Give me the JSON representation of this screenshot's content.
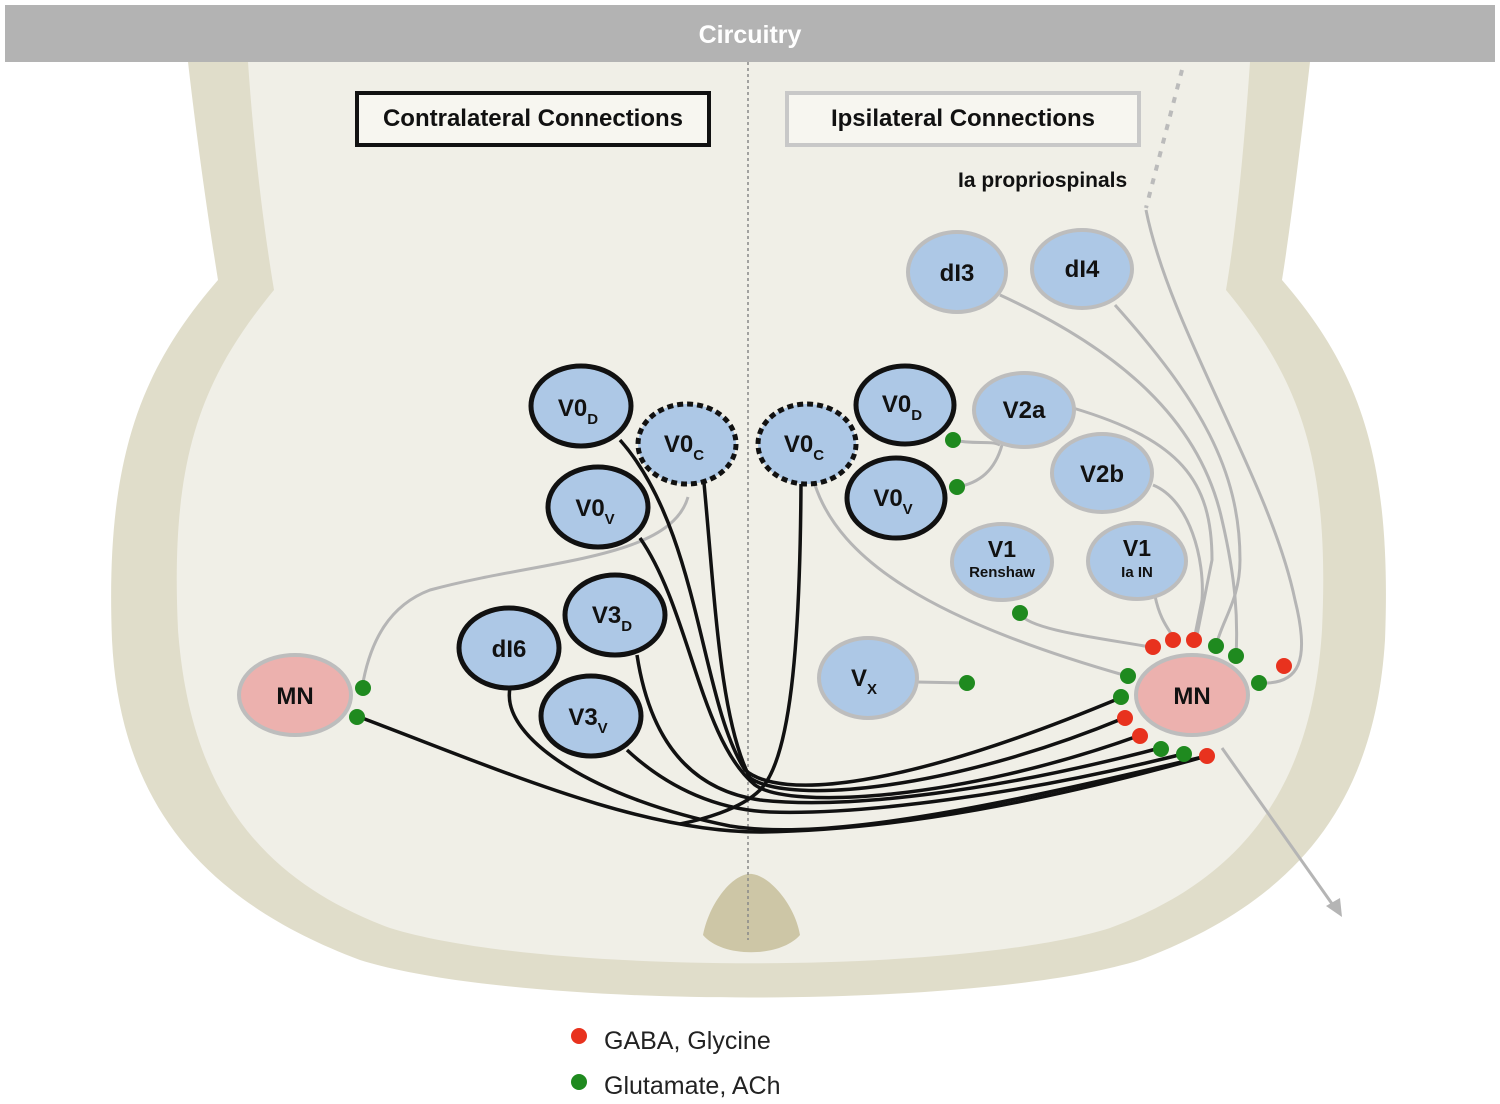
{
  "header": {
    "title": "Circuitry"
  },
  "panels": {
    "contralateral": "Contralateral Connections",
    "ipsilateral": "Ipsilateral Connections"
  },
  "annotation": {
    "ia_propriospinals": "Ia propriospinals"
  },
  "neurons": {
    "mn_left": "MN",
    "mn_right": "MN",
    "v0d_left": {
      "main": "V0",
      "sub": "D"
    },
    "v0c_left": {
      "main": "V0",
      "sub": "C"
    },
    "v0v_left": {
      "main": "V0",
      "sub": "V"
    },
    "v3d": {
      "main": "V3",
      "sub": "D"
    },
    "v3v": {
      "main": "V3",
      "sub": "V"
    },
    "di6": "dI6",
    "v0c_right": {
      "main": "V0",
      "sub": "C"
    },
    "v0d_right": {
      "main": "V0",
      "sub": "D"
    },
    "v0v_right": {
      "main": "V0",
      "sub": "V"
    },
    "v2a": "V2a",
    "v2b": "V2b",
    "v1_renshaw": {
      "main": "V1",
      "sub": "Renshaw"
    },
    "v1_iain": {
      "main": "V1",
      "sub": "Ia IN"
    },
    "vx": {
      "main": "V",
      "sub": "X"
    },
    "di3": "dI3",
    "di4": "dI4"
  },
  "legend": [
    {
      "label": "GABA, Glycine",
      "color": "#e8321e"
    },
    {
      "label": "Glutamate, ACh",
      "color": "#1f8a1f"
    }
  ],
  "colors": {
    "cord_outer": "#e0ddca",
    "cord_inner": "#f0efe7",
    "neuron_fill": "#adc8e6",
    "mn_fill": "#ecb1ae",
    "inhibitory": "#e8321e",
    "excitatory": "#1f8a1f"
  }
}
